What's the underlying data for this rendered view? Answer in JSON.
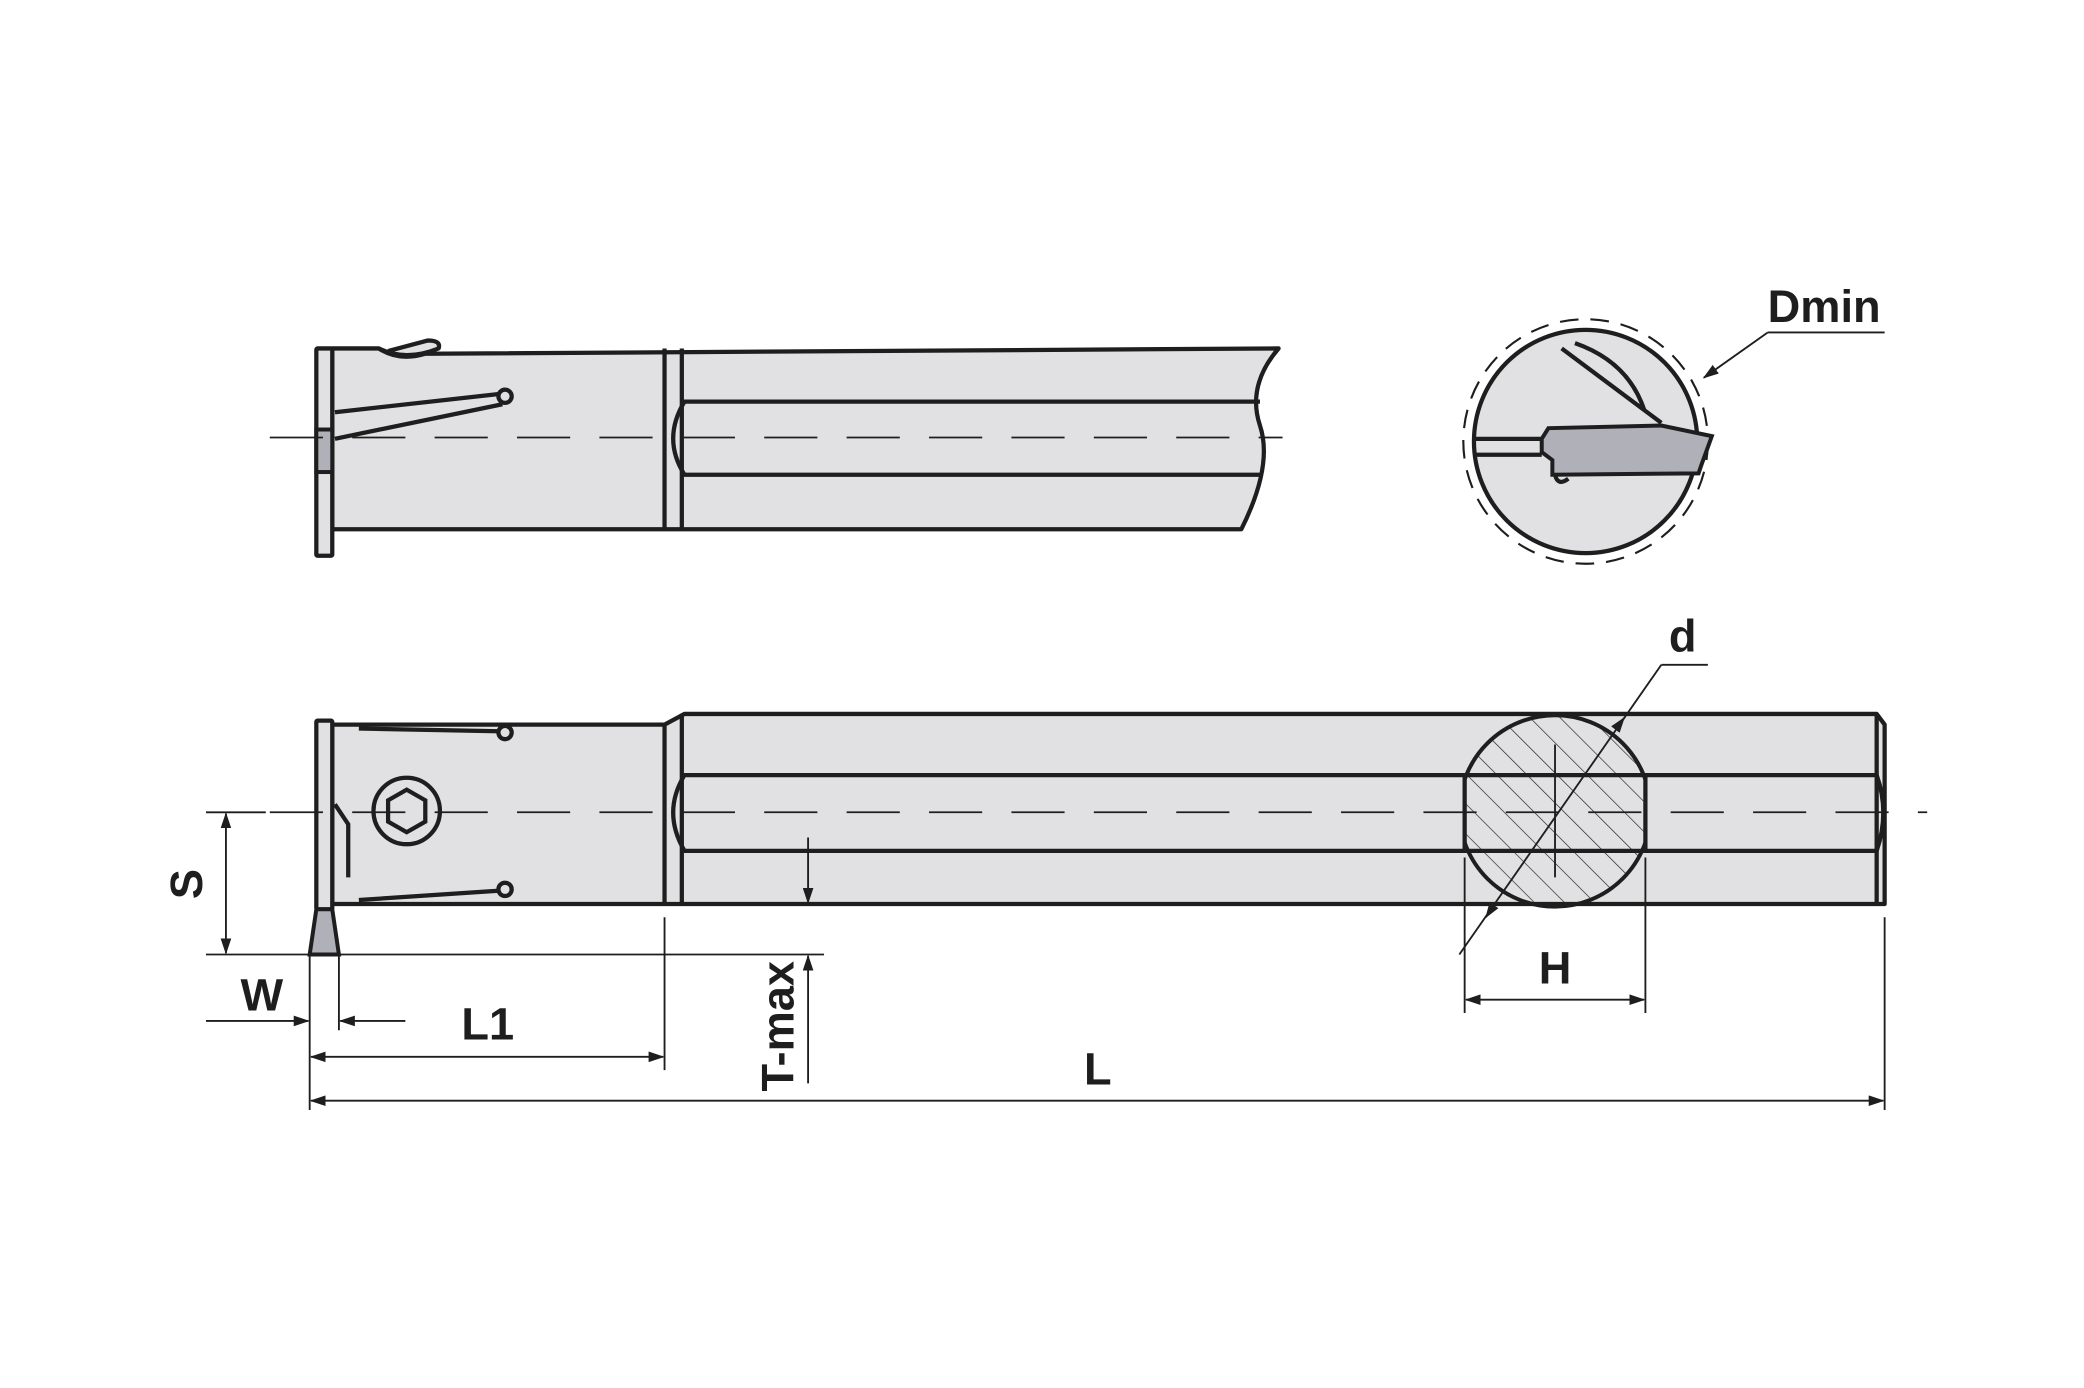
{
  "labels": {
    "dmin": "Dmin",
    "d": "d",
    "s": "S",
    "w": "W",
    "l1": "L1",
    "tmax": "T-max",
    "h": "H",
    "l": "L"
  },
  "colors": {
    "body": "#e1e1e3",
    "insert": "#b0b0b8",
    "line": "#1e1e1e"
  }
}
